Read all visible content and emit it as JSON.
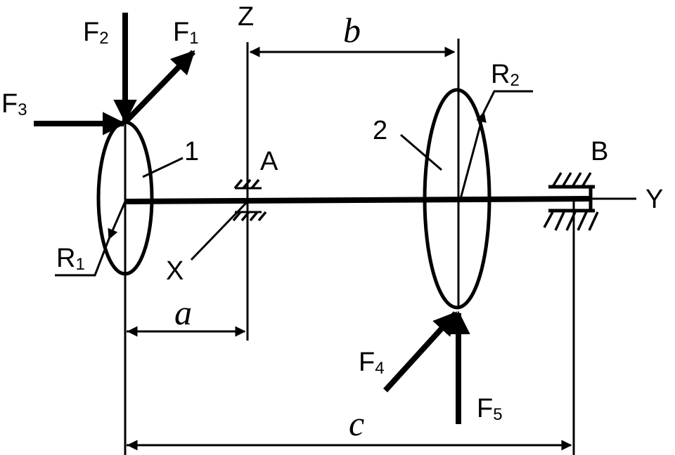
{
  "axes": {
    "z": "Z",
    "y": "Y",
    "x": "X"
  },
  "supports": {
    "a": "A",
    "b": "B"
  },
  "forces": {
    "f1": {
      "letter": "F",
      "index": "1"
    },
    "f2": {
      "letter": "F",
      "index": "2"
    },
    "f3": {
      "letter": "F",
      "index": "3"
    },
    "f4": {
      "letter": "F",
      "index": "4"
    },
    "f5": {
      "letter": "F",
      "index": "5"
    }
  },
  "radii": {
    "r1": {
      "letter": "R",
      "index": "1"
    },
    "r2": {
      "letter": "R",
      "index": "2"
    }
  },
  "discs": {
    "disc1": "1",
    "disc2": "2"
  },
  "dimensions": {
    "a": "a",
    "b": "b",
    "c": "c"
  }
}
